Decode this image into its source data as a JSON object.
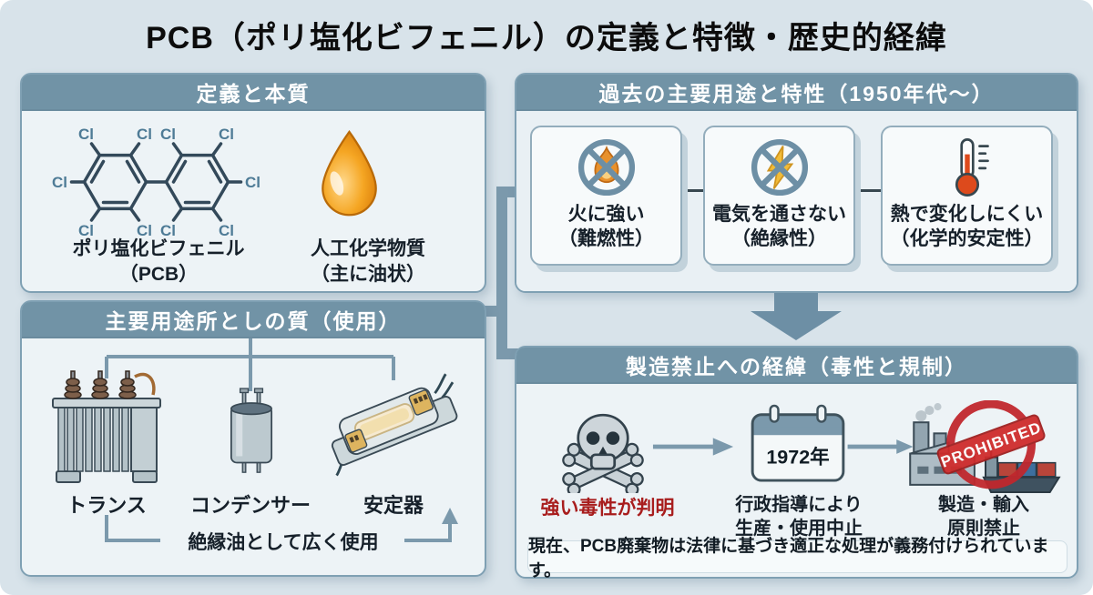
{
  "title": "PCB（ポリ塩化ビフェニル）の定義と特徴・歴史的経緯",
  "definition_box": {
    "header": "定義と本質",
    "cl_label": "Cl",
    "chemical_name_line1": "ポリ塩化ビフェニル",
    "chemical_name_line2": "（PCB）",
    "substance_line1": "人工化学物質",
    "substance_line2": "（主に油状）"
  },
  "usage_box": {
    "header": "主要用途所としの質（使用）",
    "items": [
      {
        "label": "トランス"
      },
      {
        "label": "コンデンサー"
      },
      {
        "label": "安定器"
      }
    ],
    "note": "絶縁油として広く使用"
  },
  "properties_box": {
    "header": "過去の主要用途と特性（1950年代〜）",
    "cards": [
      {
        "line1": "火に強い",
        "line2": "（難燃性）"
      },
      {
        "line1": "電気を通さない",
        "line2": "（絶縁性）"
      },
      {
        "line1": "熱で変化しにくい",
        "line2": "（化学的安定性）"
      }
    ]
  },
  "ban_box": {
    "header": "製造禁止への経緯（毒性と規制）",
    "steps": [
      {
        "label_line1": "強い毒性が判明"
      },
      {
        "year": "1972年",
        "label_line1": "行政指導により",
        "label_line2": "生産・使用中止"
      },
      {
        "stamp": "PROHIBITED",
        "label_line1": "製造・輸入",
        "label_line2": "原則禁止"
      }
    ],
    "note": "現在、PCB廃棄物は法律に基づき適正な処理が義務付けられています。"
  },
  "colors": {
    "background": "#d8e3ea",
    "header_bar": "#7193a6",
    "box_body": "#edf3f6",
    "connector": "#7b99ac",
    "toxic_text": "#a81d1d",
    "prohibited_red": "#c1272d",
    "oil_orange": "#e8912c"
  }
}
